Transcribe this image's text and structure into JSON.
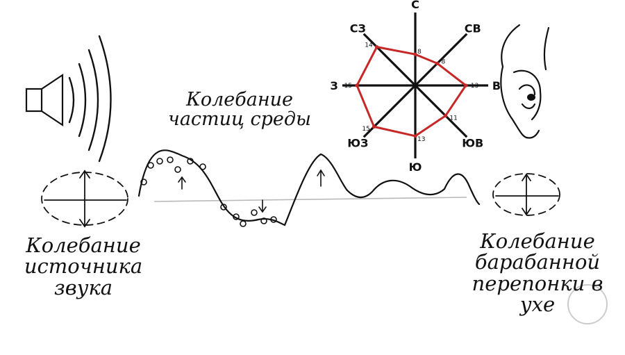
{
  "captions": {
    "source": [
      "Колебание",
      "источника",
      "звука"
    ],
    "medium": [
      "Колебание",
      "частиц среды"
    ],
    "ear": [
      "Колебание",
      "барабанной",
      "перепонки в",
      "ухе"
    ]
  },
  "rose": {
    "directions": [
      "С",
      "СВ",
      "В",
      "ЮВ",
      "Ю",
      "ЮЗ",
      "З",
      "СЗ"
    ],
    "values": [
      8,
      8,
      13,
      11,
      13,
      15,
      15,
      14
    ],
    "polygon_color": "#c62828",
    "axis_color": "#111111"
  }
}
